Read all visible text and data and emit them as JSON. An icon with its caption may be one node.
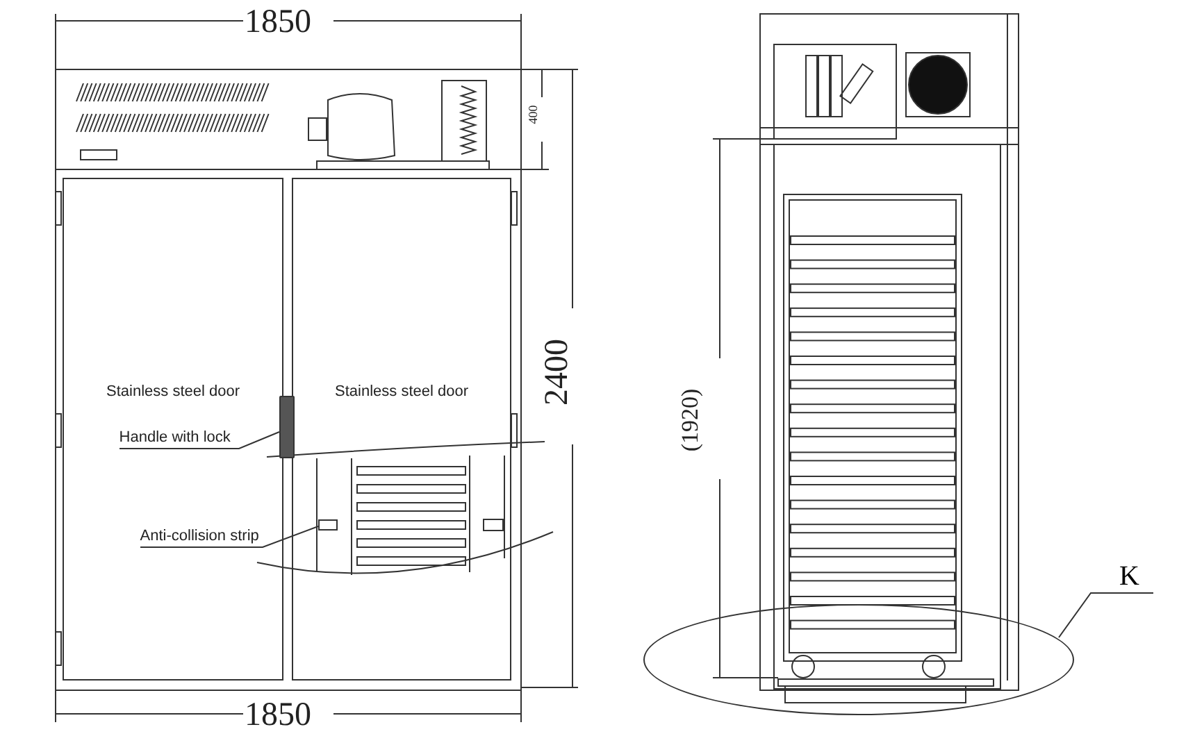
{
  "diagram": {
    "nodes": [
      {
        "text": [
          "Stainless steel door"
        ]
      },
      {
        "text": [
          "Stainless steel door"
        ]
      },
      {
        "text": [
          "Handle with lock"
        ],
        "in": 0
      },
      {
        "text": [],
        "shape": "bar"
      },
      {
        "text": [
          "Anti-collision strip"
        ],
        "in": 0
      },
      {
        "text": [],
        "shape": "box",
        "in": 1
      },
      {
        "text": [
          "K"
        ]
      },
      {
        "text": [],
        "shape": "circle"
      }
    ],
    "edges": [
      {
        "from": 2,
        "to": 3,
        "arrow": "none"
      },
      {
        "from": 4,
        "to": 5,
        "arrow": "none"
      },
      {
        "from": 6,
        "to": 7,
        "arrow": "none"
      }
    ],
    "labels": [
      "1850",
      "400",
      "2400",
      "(1920)",
      "1850"
    ]
  }
}
